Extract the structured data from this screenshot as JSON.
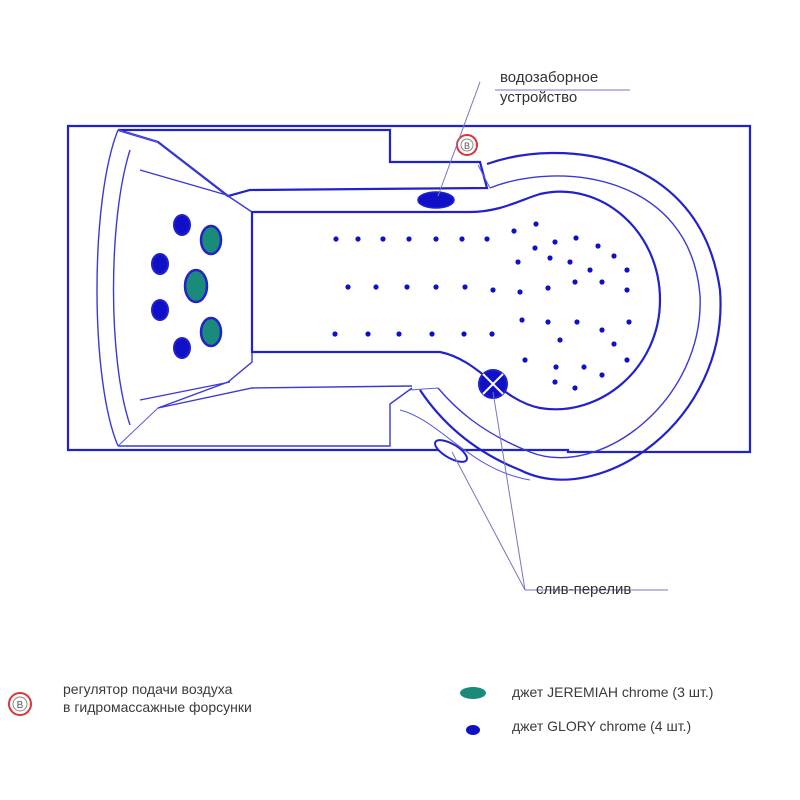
{
  "labels": {
    "intake_line1": "водозаборное",
    "intake_line2": "устройство",
    "drain": "слив-перелив",
    "regulator_symbol": "B"
  },
  "legend": {
    "regulator_line1": "регулятор подачи воздуха",
    "regulator_line2": "в гидромассажные форсунки",
    "jeremiah": "джет JEREMIAH chrome (3 шт.)",
    "glory": "джет GLORY chrome (4 шт.)"
  },
  "colors": {
    "outline": "#2222cc",
    "jet_teal": "#1a8a7a",
    "jet_blue": "#1010c8",
    "regulator_red": "#dd3333"
  }
}
